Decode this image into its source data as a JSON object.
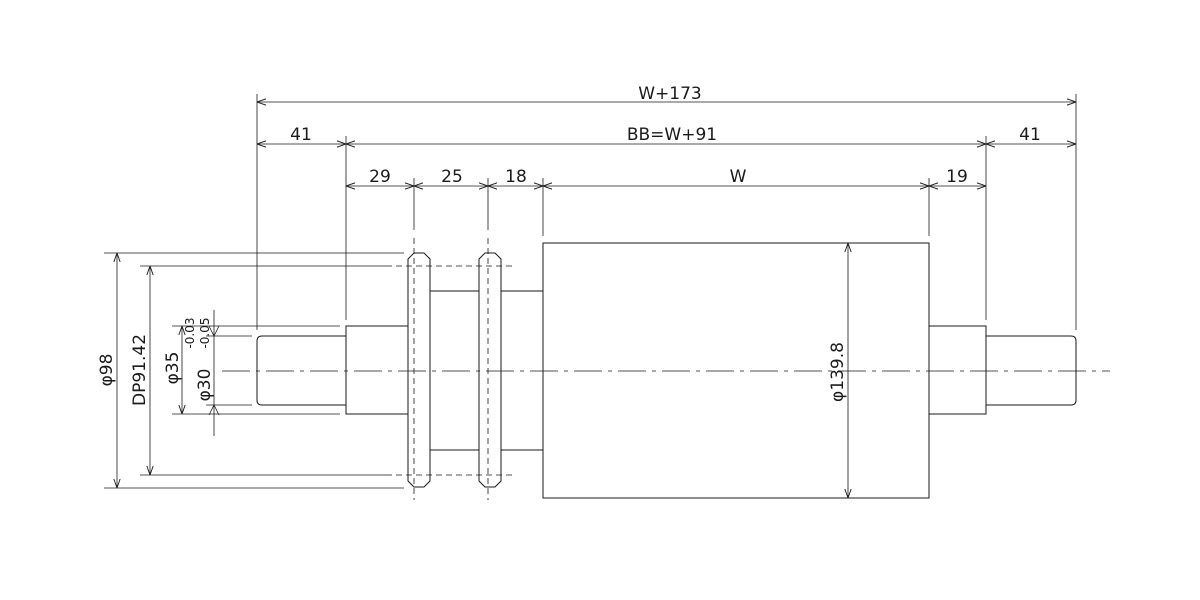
{
  "dimensions": {
    "overall": "W+173",
    "left_shaft": "41",
    "bearing_span": "BB=W+91",
    "right_shaft": "41",
    "seg_29": "29",
    "seg_25": "25",
    "seg_18": "18",
    "roll_width": "W",
    "seg_19": "19",
    "dia_98": "φ98",
    "dp": "DP91.42",
    "dia_35": "φ35",
    "dia_30": "φ30",
    "tol_upper": "-0.03",
    "tol_lower": "-0.05",
    "dia_roll": "φ139.8"
  }
}
